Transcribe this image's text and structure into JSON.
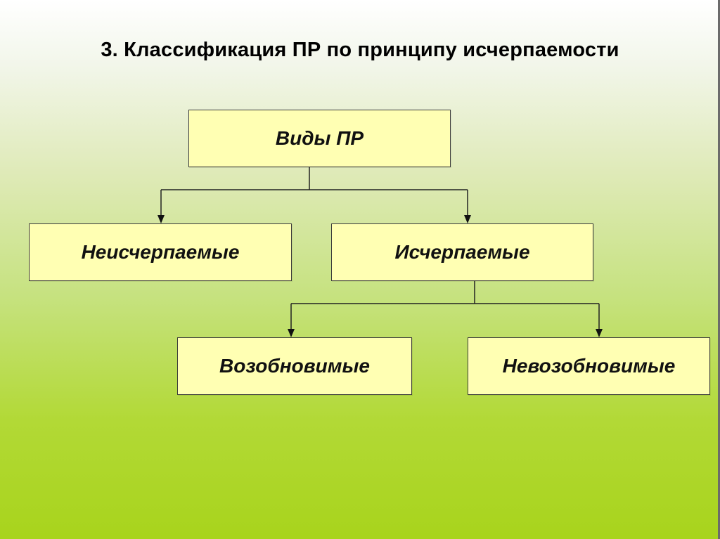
{
  "slide": {
    "title": "3. Классификация ПР по принципу исчерпаемости"
  },
  "diagram": {
    "root": "Виды ПР",
    "level1": [
      "Неисчерпаемые",
      "Исчерпаемые"
    ],
    "level2": [
      "Возобновимые",
      "Невозобновимые"
    ],
    "box_fill": "#ffffb3",
    "box_border": "#3a3a3a"
  }
}
